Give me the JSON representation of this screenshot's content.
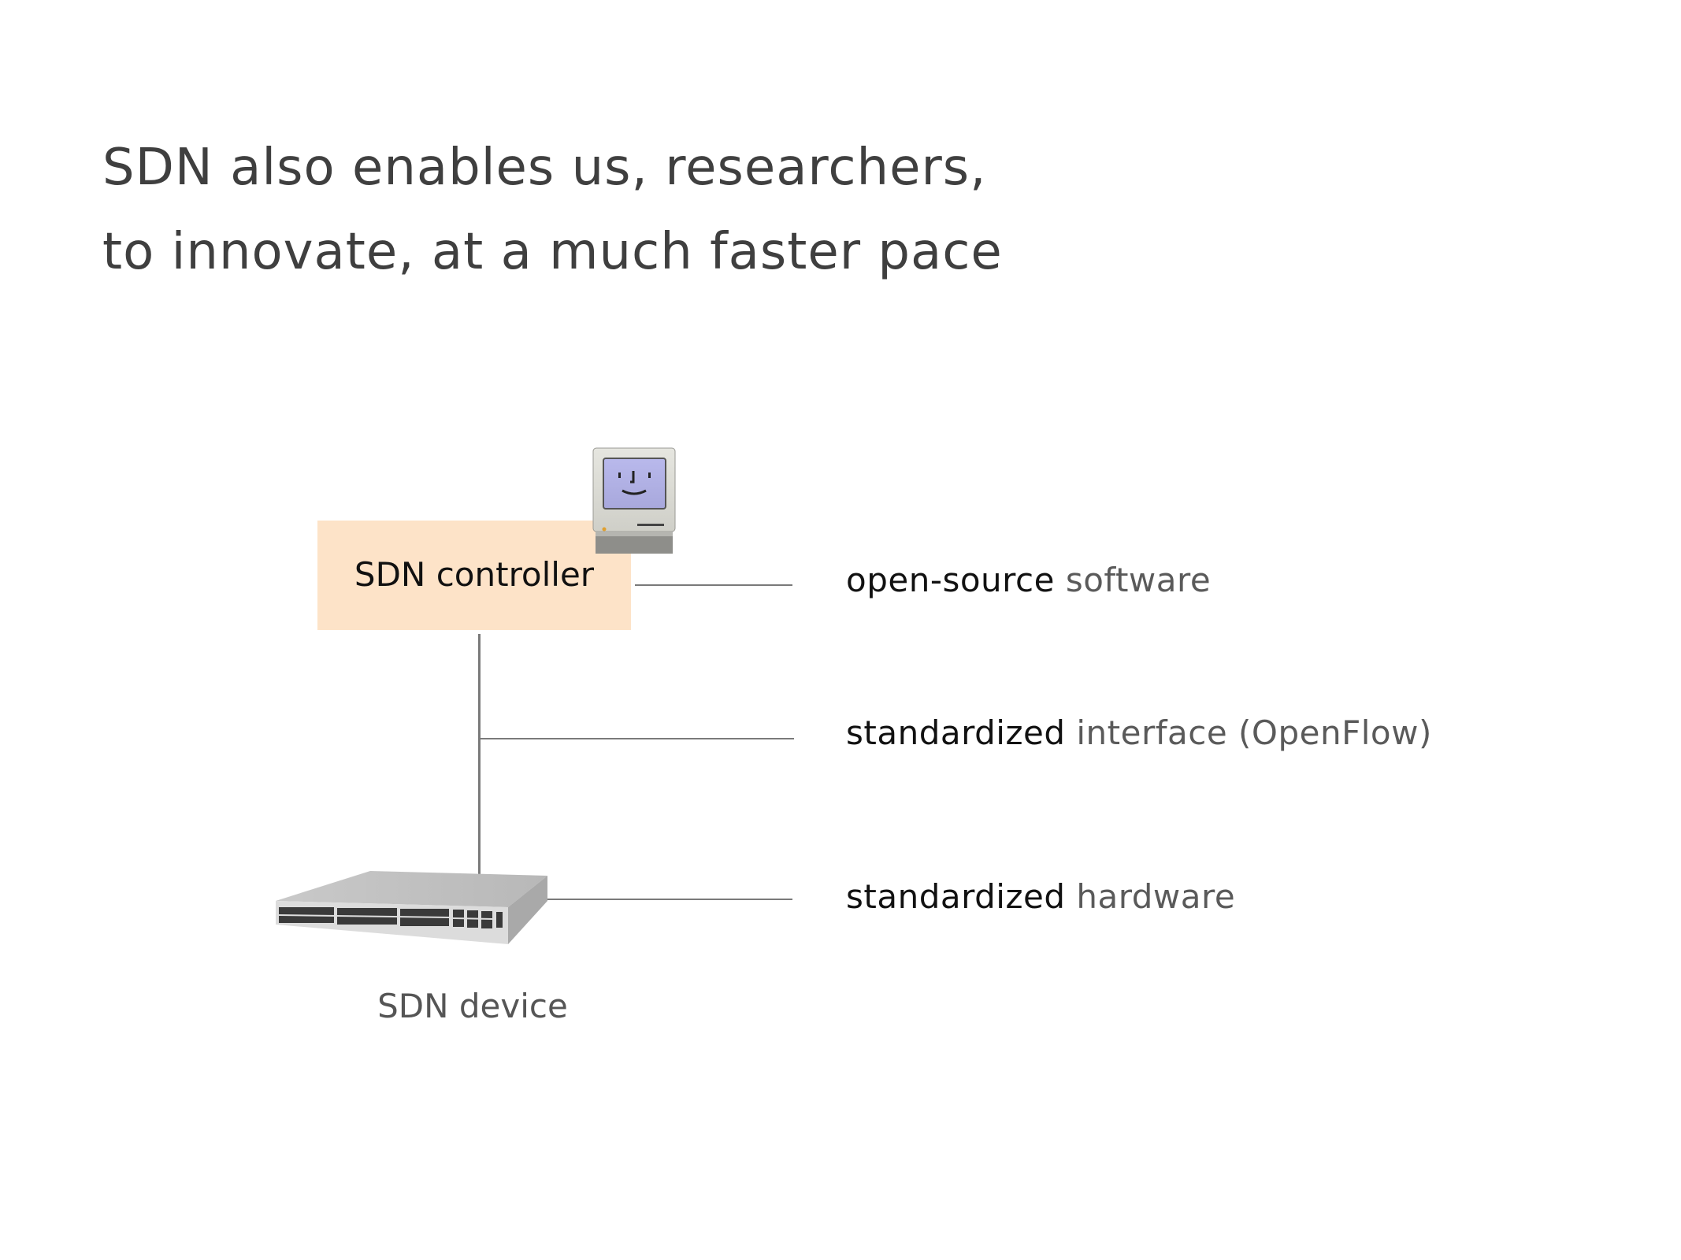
{
  "title": {
    "line1": "SDN also enables us, researchers,",
    "line2": "to innovate, at a much faster pace"
  },
  "diagram": {
    "controller_label": "SDN controller",
    "device_label": "SDN device",
    "annotations": [
      {
        "strong": "open-source",
        "rest": "software"
      },
      {
        "strong": "standardized",
        "rest": "interface (OpenFlow)"
      },
      {
        "strong": "standardized",
        "rest": "hardware"
      }
    ],
    "colors": {
      "controller_box": "#fde3c8",
      "line": "#7a7a7a",
      "muted_text": "#5a5a5a"
    }
  }
}
